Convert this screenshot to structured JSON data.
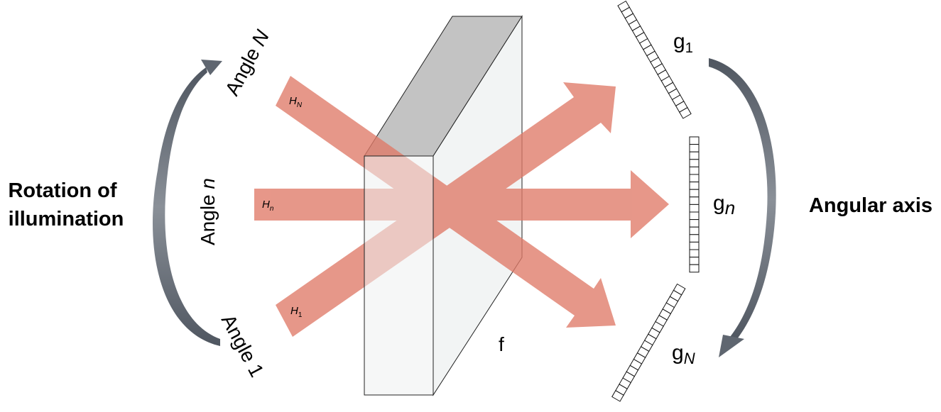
{
  "left_label": {
    "line1": "Rotation of",
    "line2": "illumination"
  },
  "right_label": "Angular axis",
  "angles": {
    "top": {
      "text": "Angle ",
      "var": "N"
    },
    "middle": {
      "text": "Angle ",
      "var": "n"
    },
    "bottom": {
      "text": "Angle ",
      "var": "1"
    }
  },
  "beams": {
    "top": {
      "base": "H",
      "sub": "N"
    },
    "middle": {
      "base": "H",
      "sub": "n"
    },
    "bottom": {
      "base": "H",
      "sub": "1"
    }
  },
  "detectors": {
    "top": {
      "base": "g",
      "sub": "1"
    },
    "middle": {
      "base": "g",
      "sub": "n"
    },
    "bottom": {
      "base": "g",
      "sub": "N"
    }
  },
  "sample_label": "f",
  "colors": {
    "beam": "#e07a68",
    "arrow_gray": "#5f6670",
    "slab_top": "#c3c3c3",
    "slab_face": "#eef0f0"
  }
}
